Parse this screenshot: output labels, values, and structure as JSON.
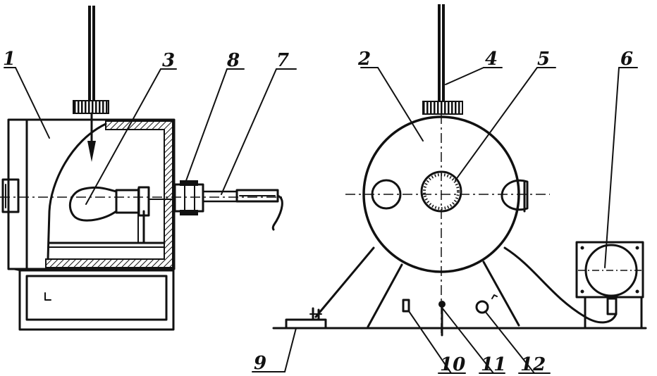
{
  "labels": {
    "l1": "1",
    "l2": "2",
    "l3": "3",
    "l4": "4",
    "l5": "5",
    "l6": "6",
    "l7": "7",
    "l8": "8",
    "l9": "9",
    "l10": "10",
    "l11": "11",
    "l12": "12"
  },
  "colors": {
    "ink": "#111111",
    "paper": "#ffffff",
    "hatch": "#111111"
  }
}
